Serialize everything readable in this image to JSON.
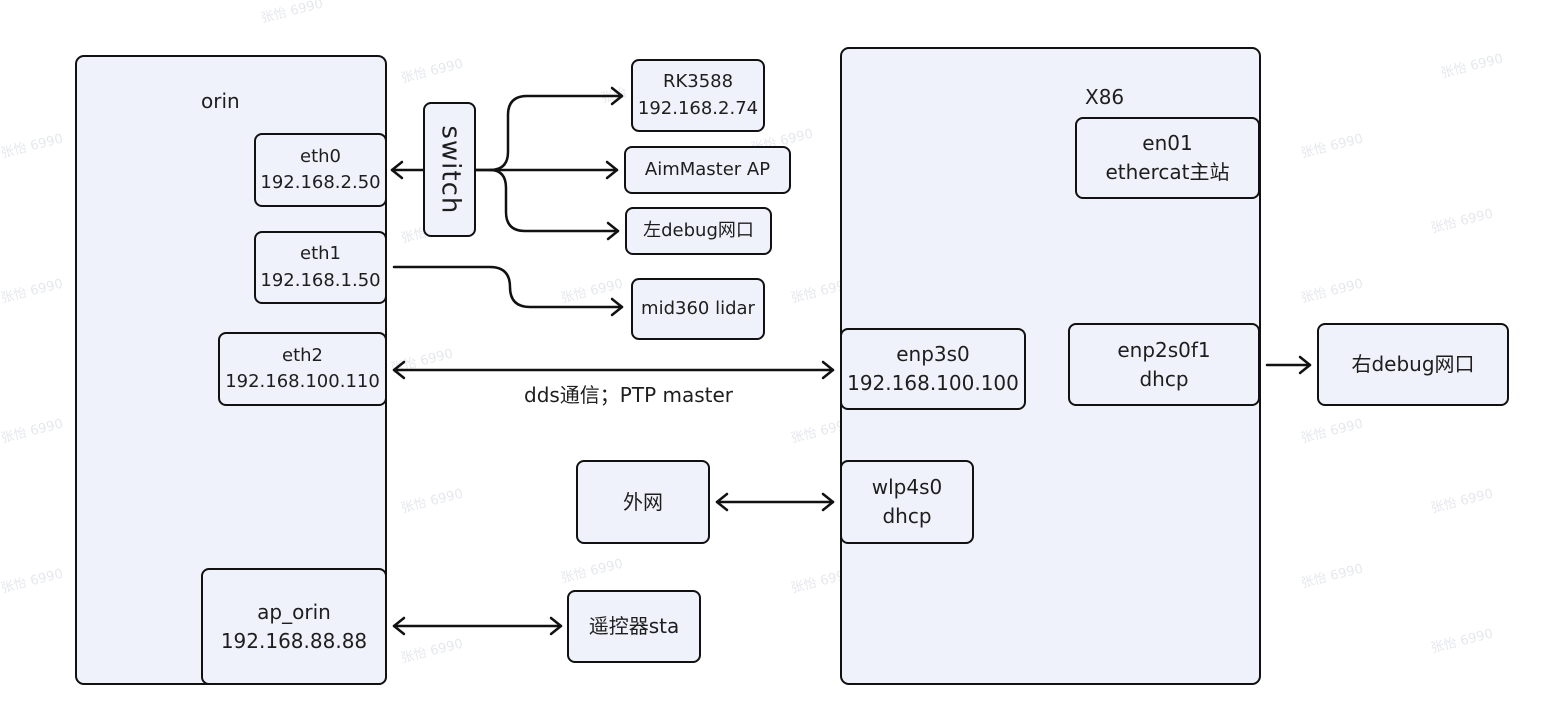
{
  "watermark": "张怡 6990",
  "colors": {
    "box_fill": "#eff2fa",
    "stroke": "#111111",
    "text": "#1e1e1e"
  },
  "orin": {
    "title": "orin",
    "eth0": {
      "name": "eth0",
      "ip": "192.168.2.50"
    },
    "eth1": {
      "name": "eth1",
      "ip": "192.168.1.50"
    },
    "eth2": {
      "name": "eth2",
      "ip": "192.168.100.110"
    },
    "ap_orin": {
      "name": "ap_orin",
      "ip": "192.168.88.88"
    }
  },
  "switch": {
    "label": "switch"
  },
  "devices": {
    "rk3588": {
      "name": "RK3588",
      "ip": "192.168.2.74"
    },
    "aimmaster": {
      "name": "AimMaster AP"
    },
    "left_debug": {
      "name": "左debug网口"
    },
    "mid360": {
      "name": "mid360 lidar"
    },
    "internet": {
      "name": "外网"
    },
    "remote": {
      "name": "遥控器sta"
    },
    "right_debug": {
      "name": "右debug网口"
    }
  },
  "x86": {
    "title": "X86",
    "en01": {
      "name": "en01",
      "role": "ethercat主站"
    },
    "enp3s0": {
      "name": "enp3s0",
      "ip": "192.168.100.100"
    },
    "enp2s0f1": {
      "name": "enp2s0f1",
      "ip": "dhcp"
    },
    "wlp4s0": {
      "name": "wlp4s0",
      "ip": "dhcp"
    }
  },
  "links": {
    "eth2_enp3s0_label": "dds通信；PTP master"
  }
}
